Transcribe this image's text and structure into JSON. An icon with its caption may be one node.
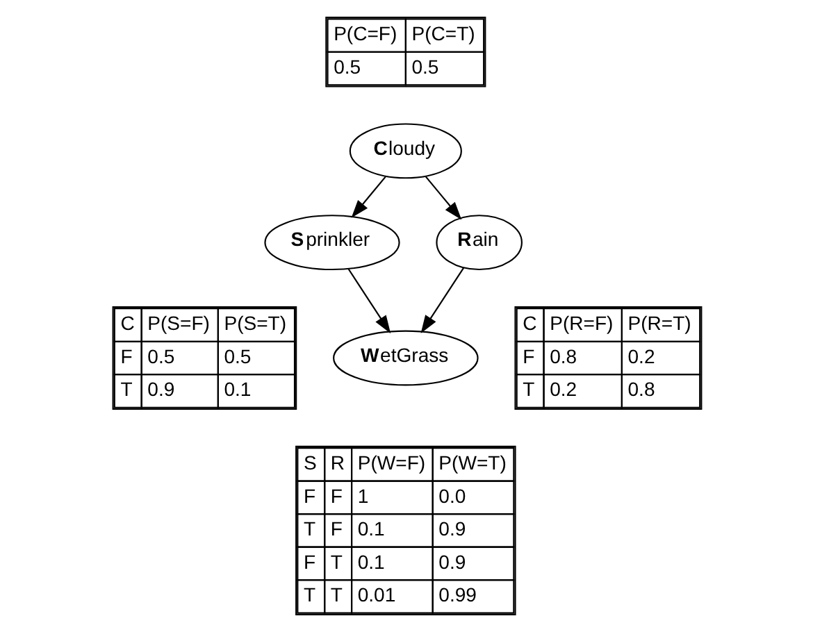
{
  "diagram": {
    "nodes": [
      {
        "text": [
          "P(C=F)",
          "P(C=T)",
          "0.5",
          "0.5"
        ]
      },
      {
        "text": [
          "**C**loudy"
        ]
      },
      {
        "text": [
          "**S**prinkler"
        ]
      },
      {
        "text": [
          "**R**ain"
        ]
      },
      {
        "text": [
          "C",
          "P(S=F)",
          "P(S=T)",
          "F",
          "0.5",
          "0.5",
          "T",
          "0.9",
          "0.1"
        ]
      },
      {
        "text": [
          "C",
          "P(R=F)",
          "P(R=T)",
          "F",
          "0.8",
          "0.2",
          "T",
          "0.2",
          "0.8"
        ]
      },
      {
        "text": [
          "**W**etGrass"
        ]
      },
      {
        "text": [
          "S",
          "R",
          "P(W=F)",
          "P(W=T)",
          "F",
          "F",
          "1",
          "0.0",
          "T",
          "F",
          "0.1",
          "0.9",
          "F",
          "T",
          "0.1",
          "0.9",
          "T",
          "T",
          "0.01",
          "0.99"
        ]
      }
    ],
    "edges": [
      {
        "from": 1,
        "to": 2,
        "arrow": "to"
      },
      {
        "from": 1,
        "to": 3,
        "arrow": "to"
      },
      {
        "from": 2,
        "to": 6,
        "arrow": "to"
      },
      {
        "from": 3,
        "to": 6,
        "arrow": "to"
      }
    ]
  }
}
